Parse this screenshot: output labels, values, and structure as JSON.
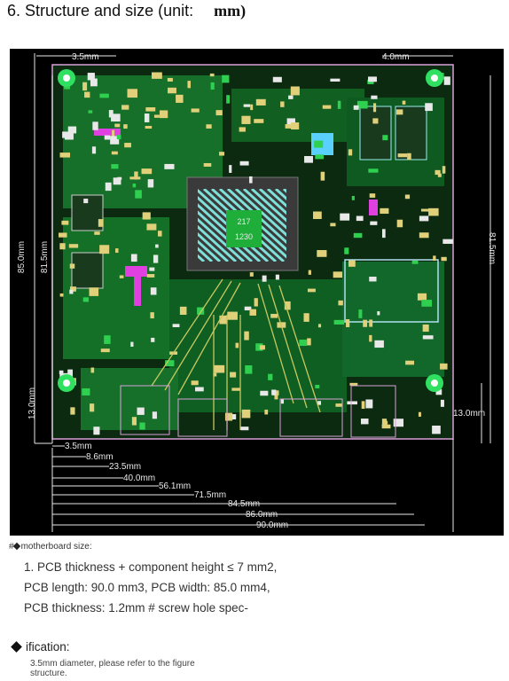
{
  "header": {
    "title": "6. Structure and size (unit:",
    "unit": "mm)"
  },
  "board": {
    "chip_label_1": "217",
    "chip_label_2": "1230",
    "dimensions": {
      "top_left": "3.5mm",
      "top_right": "4.0mm",
      "left_outer": "85.0mm",
      "left_inner": "81.5mm",
      "right": "81.5mm",
      "left_bottom": "13.0mm",
      "right_bottom": "13.0mm",
      "bottom": [
        "3.5mm",
        "8.6mm",
        "23.5mm",
        "40.0mm",
        "56.1mm",
        "71.5mm",
        "84.5mm",
        "86.0mm",
        "90.0mm"
      ]
    },
    "colors": {
      "background": "#000000",
      "copper": "#1a7a2a",
      "pad": "#e0d07a",
      "silk": "#e8e8e8",
      "accent": "#e040e0",
      "hole": "#30e060"
    }
  },
  "caption": {
    "small_label": "motherboard size:",
    "paragraph": "1. PCB thickness + component height ≤ 7 mm2, PCB length: 90.0 mm3, PCB width: 85.0 mm4, PCB thickness: 1.2mm # screw hole spec-",
    "spec_line": "ification:",
    "note": "3.5mm diameter, please refer to the figure structure."
  }
}
